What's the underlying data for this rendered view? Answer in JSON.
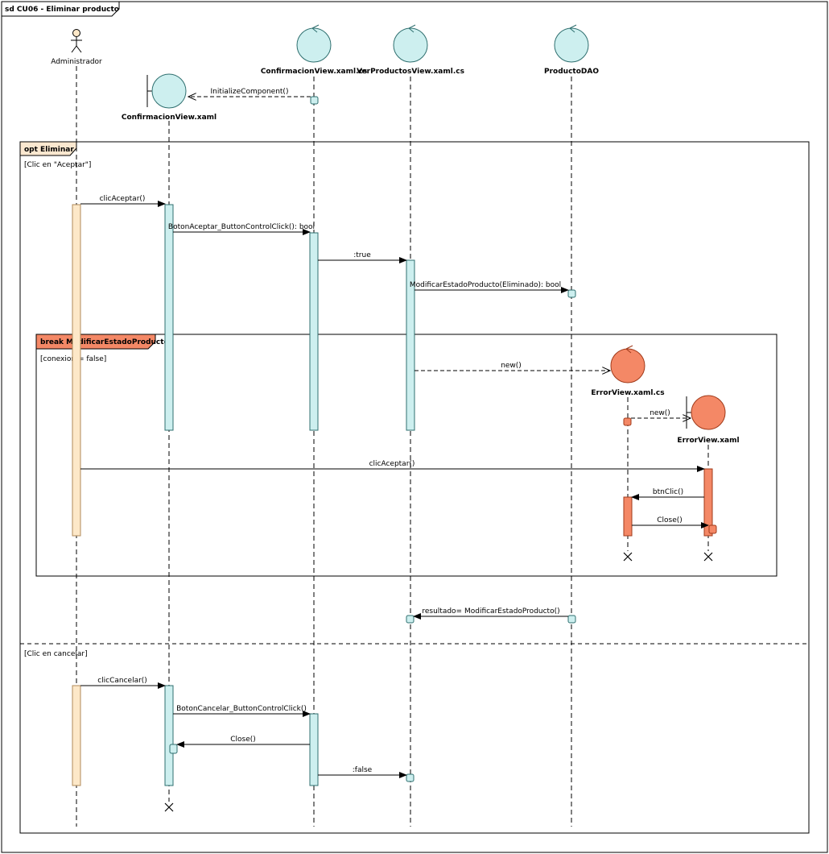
{
  "frame": {
    "title": "sd CU06 - Eliminar producto"
  },
  "participants": {
    "administrador": "Administrador",
    "confirmacion_cs": "ConfirmacionView.xaml.cs",
    "verproductos_cs": "VerProductosView.xaml.cs",
    "producto_dao": "ProductoDAO",
    "confirmacion_xaml": "ConfirmacionView.xaml",
    "error_cs": "ErrorView.xaml.cs",
    "error_xaml": "ErrorView.xaml"
  },
  "fragments": {
    "opt": {
      "label": "opt Eliminar",
      "guard1": "[Clic en \"Aceptar\"]",
      "guard2": "[Clic en cancelar]"
    },
    "brk": {
      "label": "break ModificarEstadoProducto",
      "guard": "[conexion = false]"
    }
  },
  "messages": {
    "m01": "InitializeComponent()",
    "m02": "clicAceptar()",
    "m03": "BotonAceptar_ButtonControlClick(): bool",
    "m04": ":true",
    "m05": "ModificarEstadoProducto(Eliminado): bool",
    "m06": "new()",
    "m07": "new()",
    "m08": "clicAceptar()",
    "m09": "btnClic()",
    "m10": "Close()",
    "m11": "resultado= ModificarEstadoProducto()",
    "m12": "clicCancelar()",
    "m13": "BotonCancelar_ButtonControlClick()",
    "m14": "Close()",
    "m15": ":false"
  },
  "colors": {
    "actor_fill": "#fde8c8",
    "control_fill": "#cdefef",
    "control_stroke": "#2f6f6f",
    "error_fill": "#f48866",
    "error_stroke": "#a03a1a",
    "opt_tab": "#fbe8d0",
    "break_tab": "#f48866"
  }
}
